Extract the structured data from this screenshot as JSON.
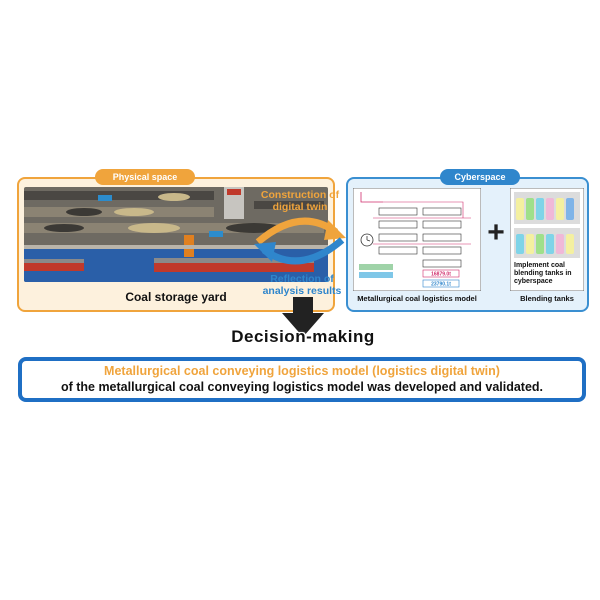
{
  "physical_space": {
    "tag": "Physical space",
    "caption": "Coal storage yard"
  },
  "cyberspace": {
    "tag": "Cyberspace",
    "model_caption": "Metallurgical coal logistics model",
    "tanks_caption": "Blending tanks",
    "tanks_label": "Implement coal blending tanks in cyberspace",
    "model_values": [
      "16879.0t",
      "23790.1t"
    ]
  },
  "flow": {
    "construction": "Construction of digital twin",
    "reflection": "Reflection of analysis results",
    "decision": "Decision-making"
  },
  "result": {
    "line1": "Metallurgical coal conveying logistics model (logistics digital twin)",
    "line2": "of the metallurgical coal conveying logistics model was developed and validated."
  },
  "colors": {
    "orange": "#f0a43c",
    "blue": "#2f86cc",
    "dark_blue": "#1f6fc4"
  },
  "icons": {
    "plus": "plus-icon",
    "clock": "clock-icon",
    "arrow_down": "arrow-down-icon",
    "cycle": "cycle-arrows-icon"
  }
}
